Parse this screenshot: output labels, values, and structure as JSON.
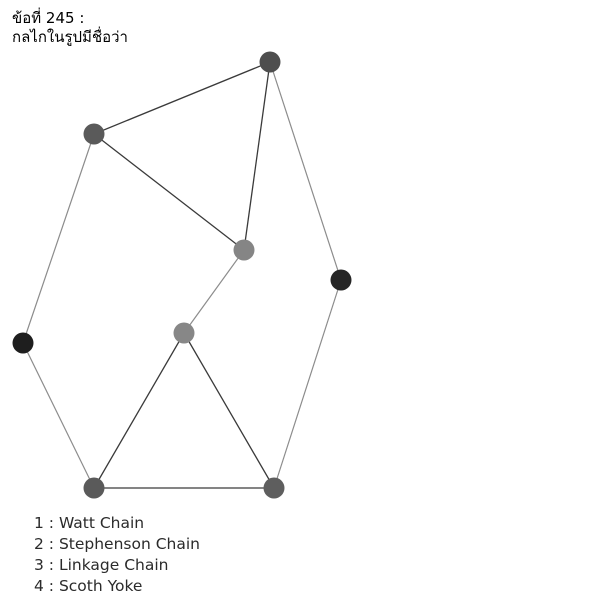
{
  "question": {
    "number_label": "ข้อที่ 245 :",
    "prompt": "กลไกในรูปมีชื่อว่า"
  },
  "figure": {
    "link_color": "#3a3a3a",
    "light_link_color": "#8c8c8c",
    "joints": [
      {
        "id": "j1",
        "shade": "#5a5a5a"
      },
      {
        "id": "j2",
        "shade": "#4e4e4e"
      },
      {
        "id": "j3",
        "shade": "#858585"
      },
      {
        "id": "j4",
        "shade": "#1e1e1e"
      },
      {
        "id": "j5",
        "shade": "#878787"
      },
      {
        "id": "j6",
        "shade": "#262626"
      },
      {
        "id": "j7",
        "shade": "#5e5e5e"
      },
      {
        "id": "j8",
        "shade": "#5a5a5a"
      }
    ],
    "links": [
      {
        "from": "j1",
        "to": "j2",
        "style": "dark"
      },
      {
        "from": "j2",
        "to": "j3",
        "style": "dark"
      },
      {
        "from": "j1",
        "to": "j3",
        "style": "dark"
      },
      {
        "from": "j1",
        "to": "j4",
        "style": "light"
      },
      {
        "from": "j3",
        "to": "j5",
        "style": "light"
      },
      {
        "from": "j2",
        "to": "j6",
        "style": "light"
      },
      {
        "from": "j6",
        "to": "j7",
        "style": "light"
      },
      {
        "from": "j4",
        "to": "j8",
        "style": "light"
      },
      {
        "from": "j5",
        "to": "j8",
        "style": "dark"
      },
      {
        "from": "j5",
        "to": "j7",
        "style": "dark"
      },
      {
        "from": "j8",
        "to": "j7",
        "style": "dark"
      }
    ]
  },
  "choices": [
    {
      "number": "1",
      "label": "1 : Watt Chain"
    },
    {
      "number": "2",
      "label": "2 : Stephenson Chain"
    },
    {
      "number": "3",
      "label": "3 : Linkage Chain"
    },
    {
      "number": "4",
      "label": "4 : Scoth Yoke"
    }
  ]
}
